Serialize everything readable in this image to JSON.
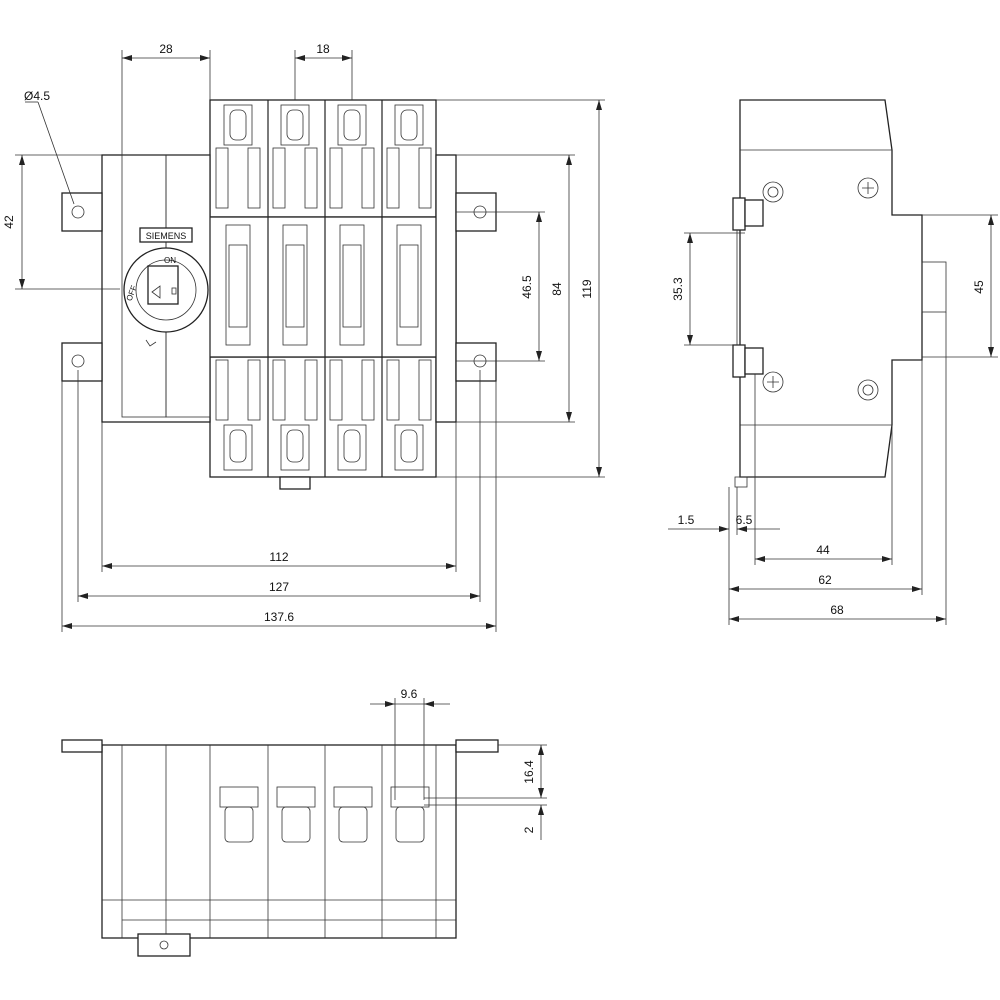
{
  "diagram": {
    "brand_label": "SIEMENS",
    "switch_marks": {
      "on": "ON",
      "off": "OFF"
    },
    "front_view": {
      "diameter": "Ø4.5",
      "dim_28": "28",
      "dim_18": "18",
      "dim_42": "42",
      "dim_46_5": "46.5",
      "dim_84": "84",
      "dim_119": "119",
      "dim_112": "112",
      "dim_127": "127",
      "dim_137_6": "137.6"
    },
    "side_view": {
      "dim_35_3": "35.3",
      "dim_45": "45",
      "dim_1_5": "1.5",
      "dim_6_5": "6.5",
      "dim_44": "44",
      "dim_62": "62",
      "dim_68": "68"
    },
    "bottom_view": {
      "dim_9_6": "9.6",
      "dim_16_4": "16.4",
      "dim_2": "2"
    }
  }
}
